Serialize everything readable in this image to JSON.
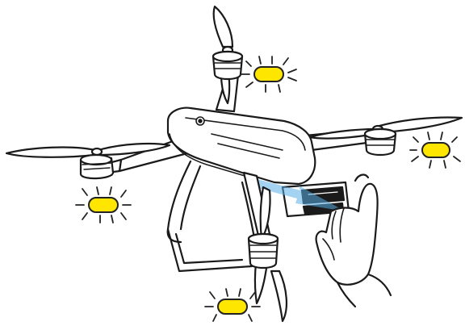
{
  "illustration": {
    "subject": "drone-battery-insertion",
    "indicator_count": 4,
    "indicator_state": "lit",
    "colors": {
      "outline": "#1a1a1a",
      "body": "#ffffff",
      "shade": "#bdbdbd",
      "led_fill": "#ffe600",
      "led_stroke": "#222222",
      "arrow": "#5aaee6"
    },
    "icons": [
      "drone-icon",
      "propeller-icon",
      "led-indicator-icon",
      "battery-icon",
      "hand-icon",
      "insert-arrow-icon"
    ]
  }
}
